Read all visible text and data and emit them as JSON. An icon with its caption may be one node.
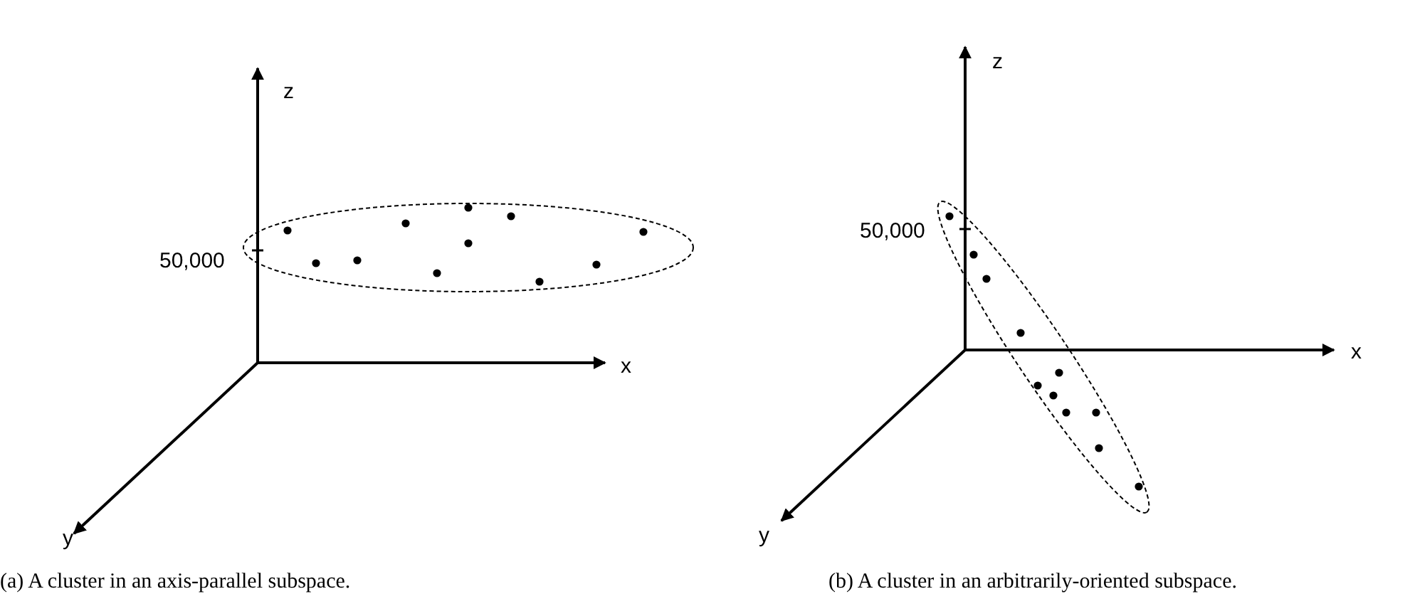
{
  "diagram": {
    "labels": [
      "z",
      "50,000",
      "x",
      "y",
      "(a) A cluster in an axis-parallel subspace.",
      "z",
      "50,000",
      "x",
      "y",
      "(b) A cluster in an arbitrarily-oriented subspace."
    ]
  }
}
